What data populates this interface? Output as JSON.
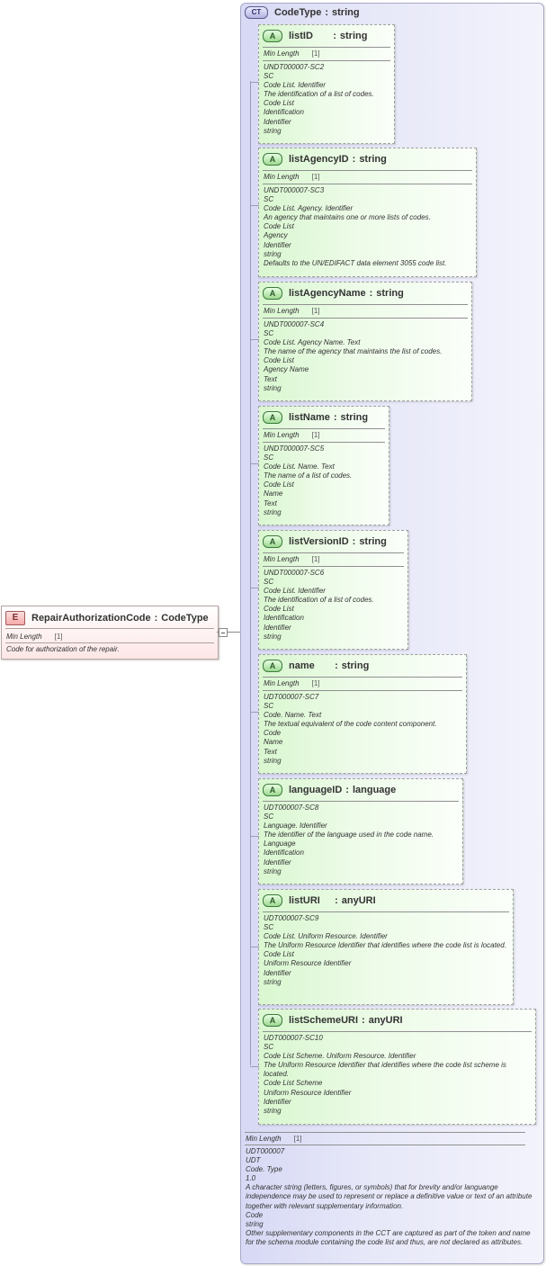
{
  "element": {
    "badge": "E",
    "name": "RepairAuthorizationCode",
    "type": "CodeType",
    "min_length_label": "Min Length",
    "min_length_value": "[1]",
    "doc": "Code for authorization of the repair."
  },
  "complex_type": {
    "badge": "CT",
    "name": "CodeType",
    "type": "string",
    "min_length_label": "Min Length",
    "min_length_value": "[1]",
    "doc_lines": [
      "UDT000007",
      "UDT",
      "Code. Type",
      "1.0",
      "A character string (letters, figures, or symbols) that for brevity and/or languange independence may be used to represent or replace a definitive value or text of an attribute together with relevant supplementary information.",
      "Code",
      "string",
      "Other supplementary components in the CCT are captured as part of the token and name for the schema module containing the code list and thus, are not declared as attributes."
    ]
  },
  "attributes": [
    {
      "badge": "A",
      "name": "listID      ",
      "type": "string",
      "min_length_label": "Min Length",
      "min_length_value": "[1]",
      "doc_lines": [
        "UNDT000007-SC2",
        "SC",
        "Code List. Identifier",
        "The identification of a list of codes.",
        "Code List",
        "Identification",
        "Identifier",
        "string"
      ]
    },
    {
      "badge": "A",
      "name": "listAgencyID",
      "type": "string",
      "min_length_label": "Min Length",
      "min_length_value": "[1]",
      "doc_lines": [
        "UNDT000007-SC3",
        "SC",
        "Code List. Agency. Identifier",
        "An agency that maintains one or more lists of codes.",
        "Code List",
        "Agency",
        "Identifier",
        "string",
        "Defaults to the UN/EDIFACT data element 3055 code list."
      ]
    },
    {
      "badge": "A",
      "name": "listAgencyName",
      "type": "string",
      "min_length_label": "Min Length",
      "min_length_value": "[1]",
      "doc_lines": [
        "UNDT000007-SC4",
        "SC",
        "Code List. Agency Name. Text",
        "The name of the agency that maintains the list of codes.",
        "Code List",
        "Agency Name",
        "Text",
        "string"
      ]
    },
    {
      "badge": "A",
      "name": "listName",
      "type": "string",
      "min_length_label": "Min Length",
      "min_length_value": "[1]",
      "doc_lines": [
        "UNDT000007-SC5",
        "SC",
        "Code List. Name. Text",
        "The name of a list of codes.",
        "Code List",
        "Name",
        "Text",
        "string"
      ]
    },
    {
      "badge": "A",
      "name": "listVersionID",
      "type": "string",
      "min_length_label": "Min Length",
      "min_length_value": "[1]",
      "doc_lines": [
        "UNDT000007-SC6",
        "SC",
        "Code List. Identifier",
        "The identification of a list of codes.",
        "Code List",
        "Identification",
        "Identifier",
        "string"
      ]
    },
    {
      "badge": "A",
      "name": "name      ",
      "type": "string",
      "min_length_label": "Min Length",
      "min_length_value": "[1]",
      "doc_lines": [
        "UDT000007-SC7",
        "SC",
        "Code. Name. Text",
        "The textual equivalent of the code content component.",
        "Code",
        "Name",
        "Text",
        "string"
      ]
    },
    {
      "badge": "A",
      "name": "languageID",
      "type": "language",
      "doc_lines": [
        "UDT000007-SC8",
        "SC",
        "Language. Identifier",
        "The identifier of the language used in the code name.",
        "Language",
        "Identification",
        "Identifier",
        "string"
      ]
    },
    {
      "badge": "A",
      "name": "listURI    ",
      "type": "anyURI",
      "doc_lines": [
        "UDT000007-SC9",
        "SC",
        "Code List. Uniform Resource. Identifier",
        "The Uniform Resource Identifier that identifies where the code list is located.",
        "Code List",
        "Uniform Resource Identifier",
        "Identifier",
        "string"
      ]
    },
    {
      "badge": "A",
      "name": "listSchemeURI",
      "type": "anyURI",
      "doc_lines": [
        "UDT000007-SC10",
        "SC",
        "Code List Scheme. Uniform Resource. Identifier",
        "The Uniform Resource Identifier that identifies where the code list scheme is located.",
        "Code List Scheme",
        "Uniform Resource Identifier",
        "Identifier",
        "string"
      ]
    }
  ]
}
